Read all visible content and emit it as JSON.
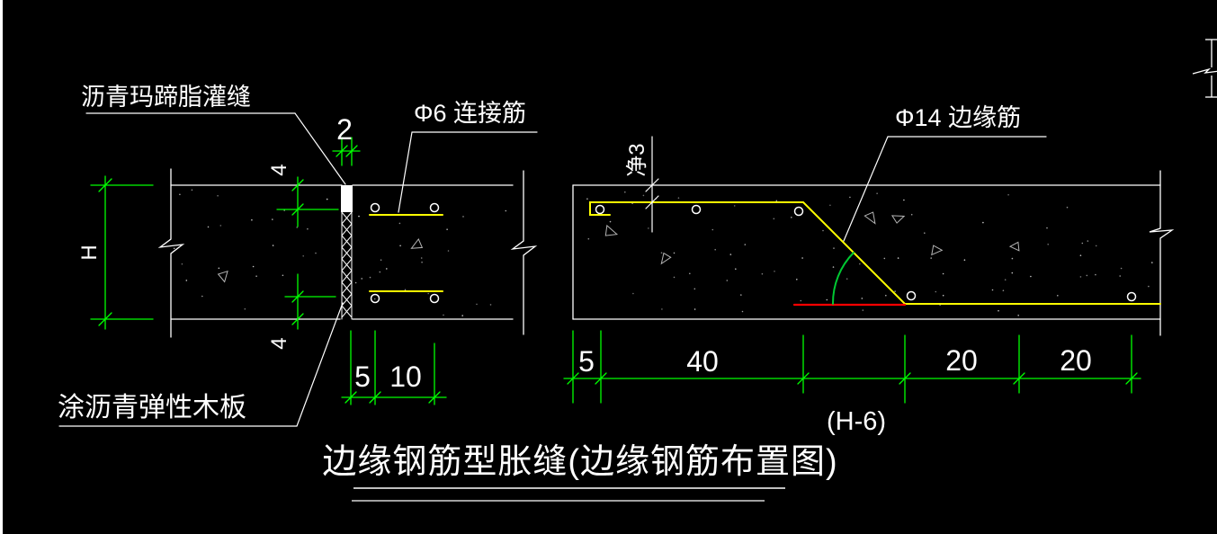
{
  "canvas": {
    "bg": "#000000"
  },
  "colors": {
    "line": "#ffffff",
    "dimension": "#00ff00",
    "rebar": "#ffff00",
    "red_bar": "#ff0000",
    "angle_arc": "#00c832",
    "texture": "#b4b4b4"
  },
  "section_view": {
    "labels": {
      "sealant": "沥青玛蹄脂灌缝",
      "connector_bar": "Φ6 连接筋",
      "wood_board": "涂沥青弹性木板"
    },
    "dims": {
      "joint_width": "2",
      "top_cover": "4",
      "bottom_cover": "4",
      "slab_thickness": "H",
      "bottom": [
        "5",
        "10"
      ]
    }
  },
  "plan_view": {
    "labels": {
      "edge_bar": "Φ14  边缘筋",
      "edge_cover": "净3",
      "detail_ref": "(H-6)"
    },
    "dims": {
      "bottom": [
        "5",
        "40",
        "20",
        "20"
      ]
    }
  },
  "title": {
    "text": "边缘钢筋型胀缝(边缘钢筋布置图)"
  }
}
